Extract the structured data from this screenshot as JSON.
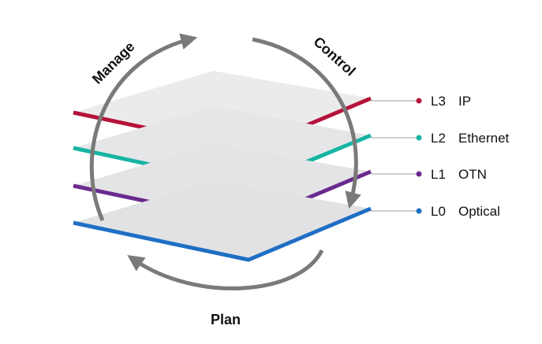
{
  "cycle": {
    "manage": "Manage",
    "control": "Control",
    "plan": "Plan"
  },
  "layers": [
    {
      "code": "L3",
      "name": "IP",
      "color": "#B5123A"
    },
    {
      "code": "L2",
      "name": "Ethernet",
      "color": "#17B5A3"
    },
    {
      "code": "L1",
      "name": "OTN",
      "color": "#6A2A8E"
    },
    {
      "code": "L0",
      "name": "Optical",
      "color": "#1F6FC4"
    }
  ],
  "colors": {
    "arrow": "#7A7A7A",
    "connector": "#B0B0B0",
    "plane_fill": "#E8E8EA",
    "plane_shadow": "#F3F3F4"
  }
}
